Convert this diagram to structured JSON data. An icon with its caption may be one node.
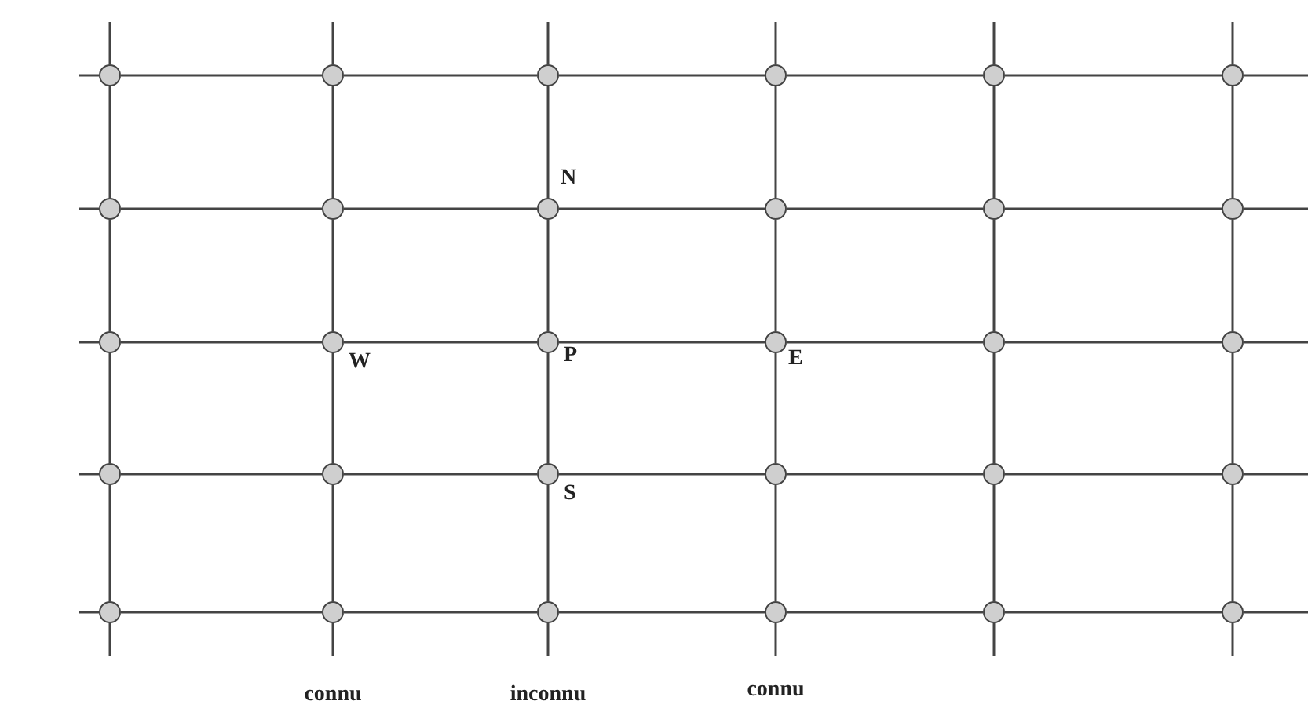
{
  "diagram": {
    "nodes": [
      {
        "text": [],
        "shape": "circle"
      },
      {
        "text": [],
        "shape": "circle"
      },
      {
        "text": [],
        "shape": "circle"
      },
      {
        "text": [],
        "shape": "circle"
      },
      {
        "text": [],
        "shape": "circle"
      },
      {
        "text": [],
        "shape": "circle"
      },
      {
        "text": [],
        "shape": "circle"
      },
      {
        "text": [],
        "shape": "circle"
      },
      {
        "text": [],
        "shape": "circle",
        "beside": [
          "N"
        ]
      },
      {
        "text": [],
        "shape": "circle"
      },
      {
        "text": [],
        "shape": "circle"
      },
      {
        "text": [],
        "shape": "circle"
      },
      {
        "text": [],
        "shape": "circle"
      },
      {
        "text": [],
        "shape": "circle",
        "beside": [
          "W"
        ]
      },
      {
        "text": [],
        "shape": "circle",
        "beside": [
          "P"
        ]
      },
      {
        "text": [],
        "shape": "circle",
        "beside": [
          "E"
        ]
      },
      {
        "text": [],
        "shape": "circle"
      },
      {
        "text": [],
        "shape": "circle"
      },
      {
        "text": [],
        "shape": "circle"
      },
      {
        "text": [],
        "shape": "circle"
      },
      {
        "text": [],
        "shape": "circle",
        "beside": [
          "S"
        ]
      },
      {
        "text": [],
        "shape": "circle"
      },
      {
        "text": [],
        "shape": "circle"
      },
      {
        "text": [],
        "shape": "circle"
      },
      {
        "text": [],
        "shape": "circle"
      },
      {
        "text": [],
        "shape": "circle"
      },
      {
        "text": [],
        "shape": "circle"
      },
      {
        "text": [],
        "shape": "circle"
      },
      {
        "text": [],
        "shape": "circle"
      },
      {
        "text": [],
        "shape": "circle"
      }
    ],
    "edges": [
      {
        "from": 0,
        "to": 1,
        "arrow": "none"
      },
      {
        "from": 1,
        "to": 2,
        "arrow": "none"
      },
      {
        "from": 2,
        "to": 3,
        "arrow": "none"
      },
      {
        "from": 3,
        "to": 4,
        "arrow": "none"
      },
      {
        "from": 4,
        "to": 5,
        "arrow": "none"
      },
      {
        "from": 6,
        "to": 7,
        "arrow": "none"
      },
      {
        "from": 7,
        "to": 8,
        "arrow": "none"
      },
      {
        "from": 8,
        "to": 9,
        "arrow": "none"
      },
      {
        "from": 9,
        "to": 10,
        "arrow": "none"
      },
      {
        "from": 10,
        "to": 11,
        "arrow": "none"
      },
      {
        "from": 12,
        "to": 13,
        "arrow": "none"
      },
      {
        "from": 13,
        "to": 14,
        "arrow": "none"
      },
      {
        "from": 14,
        "to": 15,
        "arrow": "none"
      },
      {
        "from": 15,
        "to": 16,
        "arrow": "none"
      },
      {
        "from": 16,
        "to": 17,
        "arrow": "none"
      },
      {
        "from": 18,
        "to": 19,
        "arrow": "none"
      },
      {
        "from": 19,
        "to": 20,
        "arrow": "none"
      },
      {
        "from": 20,
        "to": 21,
        "arrow": "none"
      },
      {
        "from": 21,
        "to": 22,
        "arrow": "none"
      },
      {
        "from": 22,
        "to": 23,
        "arrow": "none"
      },
      {
        "from": 24,
        "to": 25,
        "arrow": "none"
      },
      {
        "from": 25,
        "to": 26,
        "arrow": "none"
      },
      {
        "from": 26,
        "to": 27,
        "arrow": "none"
      },
      {
        "from": 27,
        "to": 28,
        "arrow": "none"
      },
      {
        "from": 28,
        "to": 29,
        "arrow": "none"
      },
      {
        "from": 0,
        "to": 6,
        "arrow": "none"
      },
      {
        "from": 6,
        "to": 12,
        "arrow": "none"
      },
      {
        "from": 12,
        "to": 18,
        "arrow": "none"
      },
      {
        "from": 18,
        "to": 24,
        "arrow": "none"
      },
      {
        "from": 1,
        "to": 7,
        "arrow": "none"
      },
      {
        "from": 7,
        "to": 13,
        "arrow": "none"
      },
      {
        "from": 13,
        "to": 19,
        "arrow": "none"
      },
      {
        "from": 19,
        "to": 25,
        "arrow": "none"
      },
      {
        "from": 2,
        "to": 8,
        "arrow": "none"
      },
      {
        "from": 8,
        "to": 14,
        "arrow": "none"
      },
      {
        "from": 14,
        "to": 20,
        "arrow": "none"
      },
      {
        "from": 20,
        "to": 26,
        "arrow": "none"
      },
      {
        "from": 3,
        "to": 9,
        "arrow": "none"
      },
      {
        "from": 9,
        "to": 15,
        "arrow": "none"
      },
      {
        "from": 15,
        "to": 21,
        "arrow": "none"
      },
      {
        "from": 21,
        "to": 27,
        "arrow": "none"
      },
      {
        "from": 4,
        "to": 10,
        "arrow": "none"
      },
      {
        "from": 10,
        "to": 16,
        "arrow": "none"
      },
      {
        "from": 16,
        "to": 22,
        "arrow": "none"
      },
      {
        "from": 22,
        "to": 28,
        "arrow": "none"
      },
      {
        "from": 5,
        "to": 11,
        "arrow": "none"
      },
      {
        "from": 11,
        "to": 17,
        "arrow": "none"
      },
      {
        "from": 17,
        "to": 23,
        "arrow": "none"
      },
      {
        "from": 23,
        "to": 29,
        "arrow": "none"
      },
      {
        "from": null,
        "to": 0,
        "arrow": "none"
      },
      {
        "from": null,
        "to": 6,
        "arrow": "none"
      },
      {
        "from": null,
        "to": 12,
        "arrow": "none"
      },
      {
        "from": null,
        "to": 18,
        "arrow": "none"
      },
      {
        "from": null,
        "to": 24,
        "arrow": "none"
      },
      {
        "from": 5,
        "to": null,
        "arrow": "none"
      },
      {
        "from": 11,
        "to": null,
        "arrow": "none"
      },
      {
        "from": 17,
        "to": null,
        "arrow": "none"
      },
      {
        "from": 23,
        "to": null,
        "arrow": "none"
      },
      {
        "from": 29,
        "to": null,
        "arrow": "none"
      },
      {
        "from": null,
        "to": 0,
        "arrow": "none"
      },
      {
        "from": null,
        "to": 1,
        "arrow": "none"
      },
      {
        "from": null,
        "to": 2,
        "arrow": "none"
      },
      {
        "from": null,
        "to": 3,
        "arrow": "none"
      },
      {
        "from": null,
        "to": 4,
        "arrow": "none"
      },
      {
        "from": null,
        "to": 5,
        "arrow": "none"
      },
      {
        "from": 24,
        "to": null,
        "arrow": "none"
      },
      {
        "from": 25,
        "to": null,
        "arrow": "none"
      },
      {
        "from": 26,
        "to": null,
        "arrow": "none"
      },
      {
        "from": 27,
        "to": null,
        "arrow": "none"
      },
      {
        "from": 28,
        "to": null,
        "arrow": "none"
      },
      {
        "from": 29,
        "to": null,
        "arrow": "none"
      }
    ],
    "labels": [
      "connu",
      "inconnu",
      "connu"
    ]
  }
}
